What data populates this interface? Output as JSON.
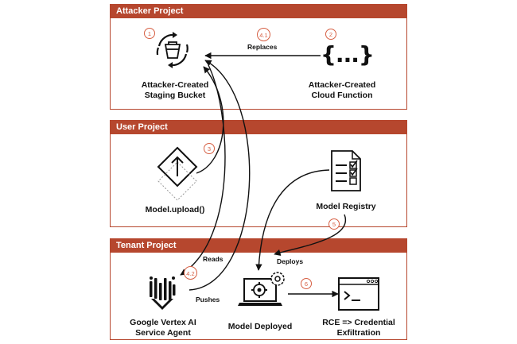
{
  "panels": {
    "attacker": {
      "title": "Attacker Project"
    },
    "user": {
      "title": "User Project"
    },
    "tenant": {
      "title": "Tenant Project"
    }
  },
  "nodes": {
    "staging_bucket": {
      "line1": "Attacker-Created",
      "line2": "Staging Bucket",
      "icon": "bucket-icon"
    },
    "cloud_function": {
      "line1": "Attacker-Created",
      "line2": "Cloud Function",
      "symbol": "{...}",
      "icon": "code-braces-icon"
    },
    "model_upload": {
      "label": "Model.upload()",
      "icon": "upload-arrow-icon"
    },
    "model_registry": {
      "label": "Model Registry",
      "icon": "checklist-icon"
    },
    "vertex_agent": {
      "line1": "Google Vertex AI",
      "line2": "Service Agent",
      "icon": "vertex-ai-icon"
    },
    "model_deployed": {
      "label": "Model Deployed",
      "icon": "laptop-gear-icon"
    },
    "rce": {
      "line1": "RCE => Credential",
      "line2": "Exfiltration",
      "icon": "terminal-icon"
    }
  },
  "edges": {
    "replaces": "Replaces",
    "reads": "Reads",
    "pushes": "Pushes",
    "deploys": "Deploys"
  },
  "steps": {
    "s1": "1",
    "s2": "2",
    "s3": "3",
    "s41": "4.1",
    "s42": "4.2",
    "s5": "5",
    "s6": "6"
  },
  "colors": {
    "accent": "#b6472e",
    "step": "#d65f43",
    "ink": "#111111"
  }
}
